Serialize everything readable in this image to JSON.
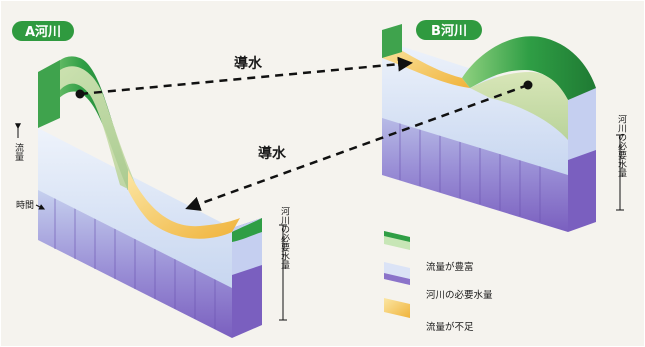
{
  "river_a": {
    "label": "A河川"
  },
  "river_b": {
    "label": "B河川"
  },
  "transfer_top": "導水",
  "transfer_bottom": "導水",
  "axis_flow": "流量",
  "axis_time": "時間",
  "required_a": "河川の必要水量",
  "required_b": "河川の必要水量",
  "legend": [
    {
      "label": "流量が豊富",
      "color": "#3fa34d"
    },
    {
      "label": "河川の必要水量",
      "color": "#8a6fc7"
    },
    {
      "label": "流量が不足",
      "color": "#f2c14e"
    }
  ],
  "colors": {
    "background": "#f5f3ee",
    "abundant": "#3fa34d",
    "required": "#c9d9f2",
    "shortage": "#f2c14e",
    "wall_purple": "#8b73c9",
    "label_bg": "#2f9a3f"
  }
}
